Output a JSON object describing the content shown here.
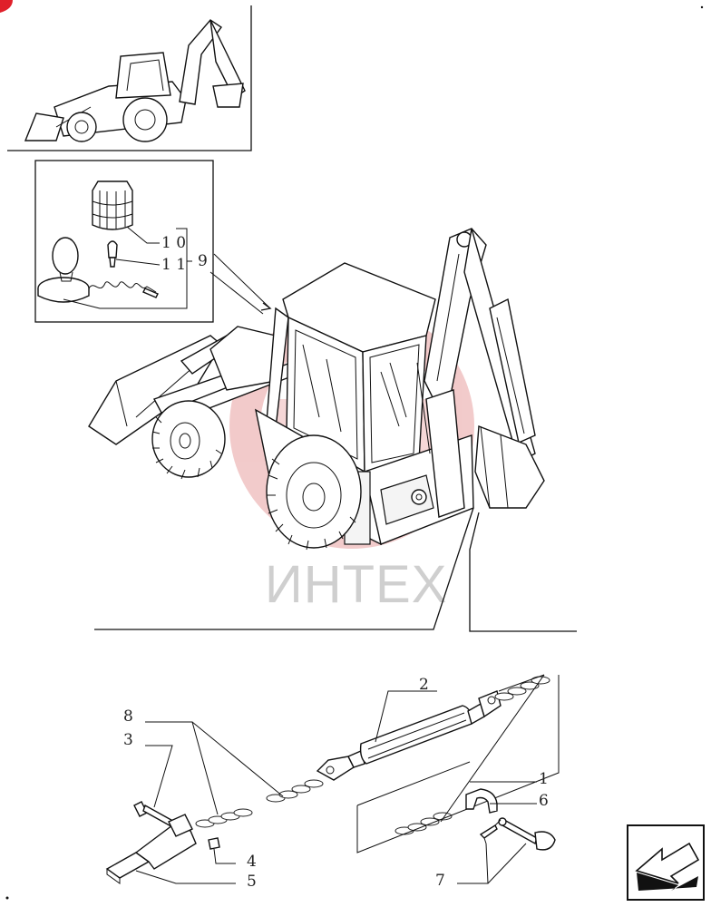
{
  "watermark": "ИНТЕХ",
  "callouts": {
    "c1": "1",
    "c2": "2",
    "c3": "3",
    "c4": "4",
    "c5": "5",
    "c6": "6",
    "c7": "7",
    "c8": "8",
    "c9": "9",
    "c10": "1 0",
    "c11": "1 1"
  },
  "icons": {
    "next_page": "next-page-arrow-icon"
  },
  "colors": {
    "watermark_red": "#e8a0a0",
    "corner_red": "#e0202a"
  }
}
